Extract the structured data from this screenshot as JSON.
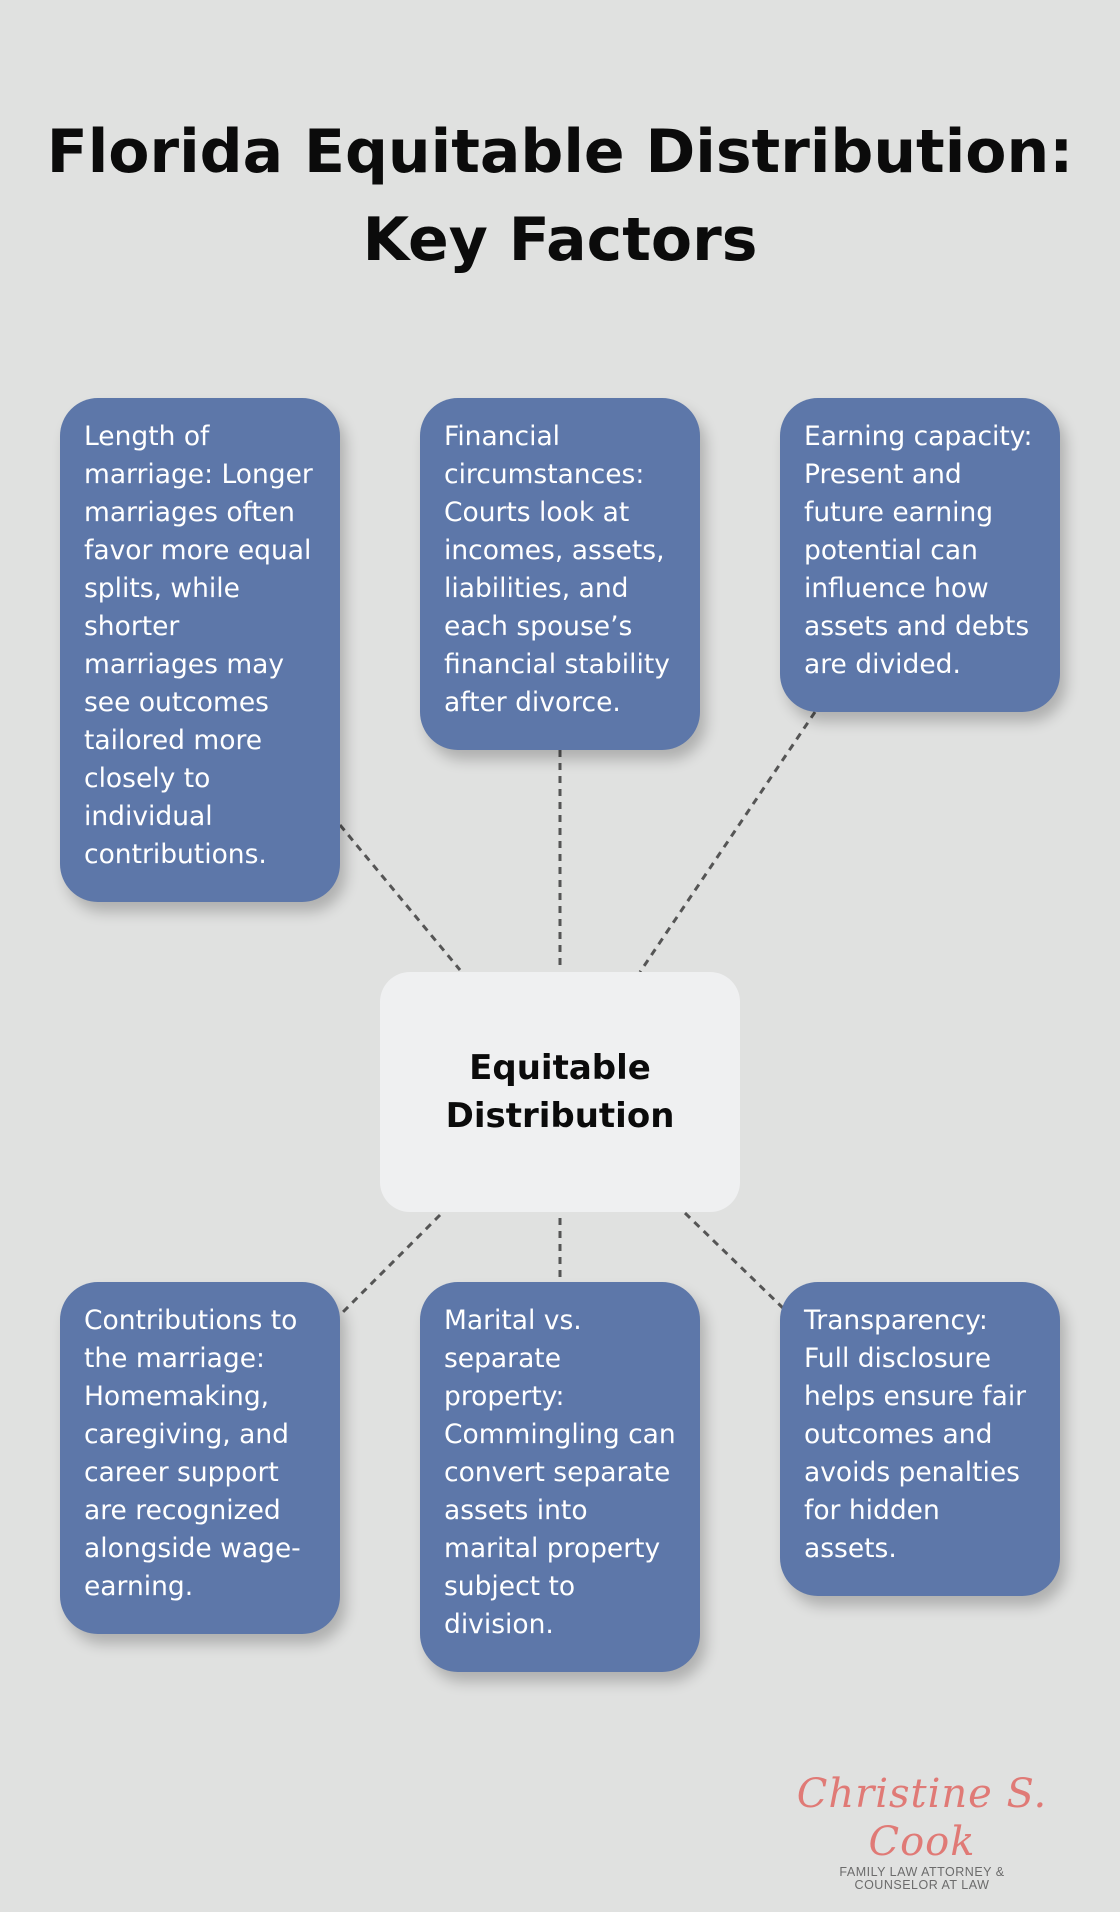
{
  "title": {
    "line1": "Florida Equitable Distribution:",
    "line2": "Key Factors"
  },
  "center": {
    "line1": "Equitable",
    "line2": "Distribution"
  },
  "factors": {
    "length_of_marriage": "Length of marriage: Longer marriages often favor more equal splits, while shorter marriages may see outcomes tailored more closely to individual contributions.",
    "financial_circumstances": "Financial circumstances: Courts look at incomes, assets, liabilities, and each spouse’s financial stability after divorce.",
    "earning_capacity": "Earning capacity: Present and future earning potential can influence how assets and debts are divided.",
    "contributions": "Contributions to the marriage: Homemaking, caregiving, and career support are recognized alongside wage-earning.",
    "marital_vs_separate": "Marital vs. separate property: Commingling can convert separate assets into marital property subject to division.",
    "transparency": "Transparency: Full disclosure helps ensure fair outcomes and avoids penalties for hidden assets."
  },
  "logo": {
    "script": "Christine S. Cook",
    "subtitle_line1": "FAMILY LAW ATTORNEY &",
    "subtitle_line2": "COUNSELOR AT LAW"
  },
  "colors": {
    "background": "#e0e1e0",
    "card": "#5d77a9",
    "center_box": "#eff0f1",
    "connector": "#555555",
    "logo_accent": "#e07a76"
  }
}
